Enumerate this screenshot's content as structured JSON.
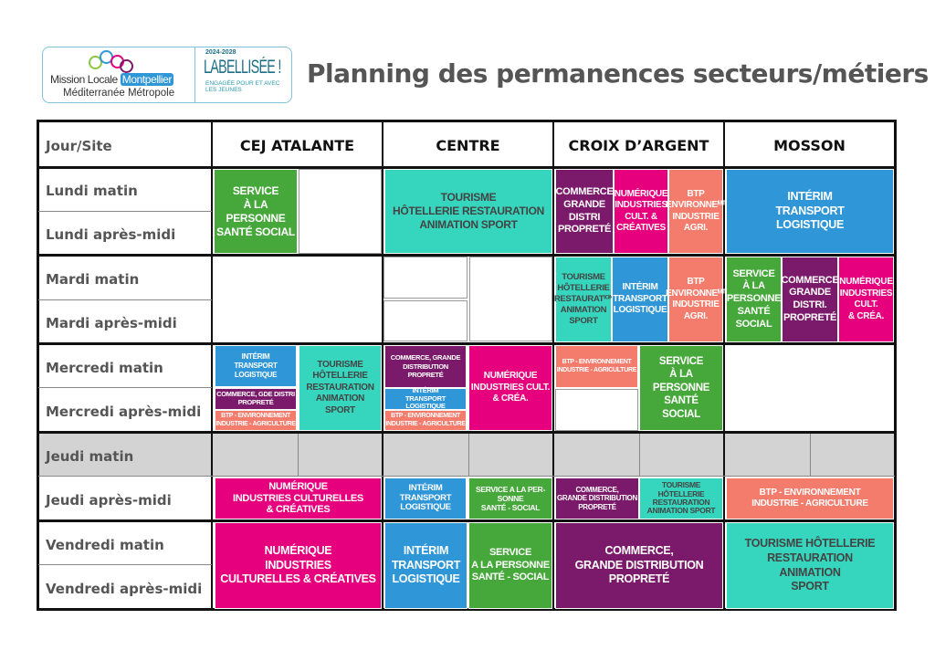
{
  "logo": {
    "line1": "Mission Locale",
    "highlight": "Montpellier",
    "line2": "Méditerranée Métropole",
    "years": "2024-2028",
    "label": "LABELLISÉE !",
    "sub": "ENGAGÉE POUR ET AVEC LES JEUNES"
  },
  "title": "Planning des permanences secteurs/métiers",
  "header": {
    "corner": "Jour/Site",
    "sites": [
      "CEJ ATALANTE",
      "CENTRE",
      "CROIX D’ARGENT",
      "MOSSON"
    ]
  },
  "rows": [
    "Lundi matin",
    "Lundi après-midi",
    "Mardi matin",
    "Mardi après-midi",
    "Mercredi matin",
    "Mercredi après-midi",
    "Jeudi matin",
    "Jeudi après-midi",
    "Vendredi matin",
    "Vendredi après-midi"
  ],
  "colors": {
    "purple": "#7b1a6a",
    "magenta": "#e6007e",
    "salmon": "#f47c6c",
    "teal": "#36d6be",
    "blue": "#2f97d8",
    "green": "#46a83a",
    "gray": "#d3d3d3"
  },
  "blocks": {
    "lun_cej": "SERVICE\nÀ LA\nPERSONNE\nSANTÉ SOCIAL",
    "lun_centre": "TOURISME\nHÔTELLERIE RESTAURATION\nANIMATION SPORT",
    "lun_croix_1": "COMMERCE\nGRANDE\nDISTRI\nPROPRETÉ",
    "lun_croix_2": "NUMÉRIQUE\nINDUSTRIES\nCULT. &\nCRÉATIVES",
    "lun_croix_3": "BTP\nENVIRONNEᴹᵀ\nINDUSTRIE\nAGRI.",
    "lun_mosson": "INTÉRIM\nTRANSPORT\nLOGISTIQUE",
    "mar_croix_1": "TOURISME\nHÔTELLERIE\nRESTAURATᴵᴼᴺ\nANIMATION\nSPORT",
    "mar_croix_2": "INTÉRIM\nTRANSPORT\nLOGISTIQUE",
    "mar_croix_3": "BTP\nENVIRONNEᴹᵀ\nINDUSTRIE\nAGRI.",
    "mar_mosson_1": "SERVICE\nÀ LA\nPERSONNE\nSANTÉ\nSOCIAL",
    "mar_mosson_2": "COMMERCE\nGRANDE\nDISTRI.\nPROPRETÉ",
    "mar_mosson_3": "NUMÉRIQUE\nINDUSTRIES\nCULT.\n& CRÉA.",
    "mer_cej_1": "INTÉRIM\nTRANSPORT\nLOGISTIQUE",
    "mer_cej_2": "COMMERCE, GDE DISTRI\nPROPRETÉ",
    "mer_cej_3": "BTP - ENVIRONNEMENT\nINDUSTRIE - AGRICULTURE",
    "mer_cej_4": "TOURISME\nHÔTELLERIE\nRESTAURATION\nANIMATION\nSPORT",
    "mer_centre_1": "COMMERCE, GRANDE\nDISTRIBUTION\nPROPRETÉ",
    "mer_centre_2": "INTÉRIM\nTRANSPORT LOGISTIQUE",
    "mer_centre_3": "BTP - ENVIRONNEMENT\nINDUSTRIE - AGRICULTURE",
    "mer_centre_4": "NUMÉRIQUE\nINDUSTRIES CULT.\n& CRÉA.",
    "mer_croix_1": "BTP - ENVIRONNEMENT\nINDUSTRIE - AGRICULTURE",
    "mer_croix_2": "SERVICE\nÀ LA\nPERSONNE\nSANTÉ\nSOCIAL",
    "jeu_cej": "NUMÉRIQUE\nINDUSTRIES CULTURELLES\n& CRÉATIVES",
    "jeu_centre_1": "INTÉRIM\nTRANSPORT\nLOGISTIQUE",
    "jeu_centre_2": "SERVICE A LA PER-\nSONNE\nSANTÉ - SOCIAL",
    "jeu_croix_1": "COMMERCE,\nGRANDE DISTRIBUTION\nPROPRETÉ",
    "jeu_croix_2": "TOURISME\nHÔTELLERIE\nRESTAURATION\nANIMATION SPORT",
    "jeu_mosson": "BTP - ENVIRONNEMENT\nINDUSTRIE - AGRICULTURE",
    "ven_cej": "NUMÉRIQUE\nINDUSTRIES\nCULTURELLES & CRÉATIVES",
    "ven_centre_1": "INTÉRIM\nTRANSPORT\nLOGISTIQUE",
    "ven_centre_2": "SERVICE\nA LA PERSONNE\nSANTÉ - SOCIAL",
    "ven_croix": "COMMERCE,\nGRANDE DISTRIBUTION\nPROPRETÉ",
    "ven_mosson": "TOURISME HÔTELLERIE\nRESTAURATION\nANIMATION\nSPORT"
  }
}
